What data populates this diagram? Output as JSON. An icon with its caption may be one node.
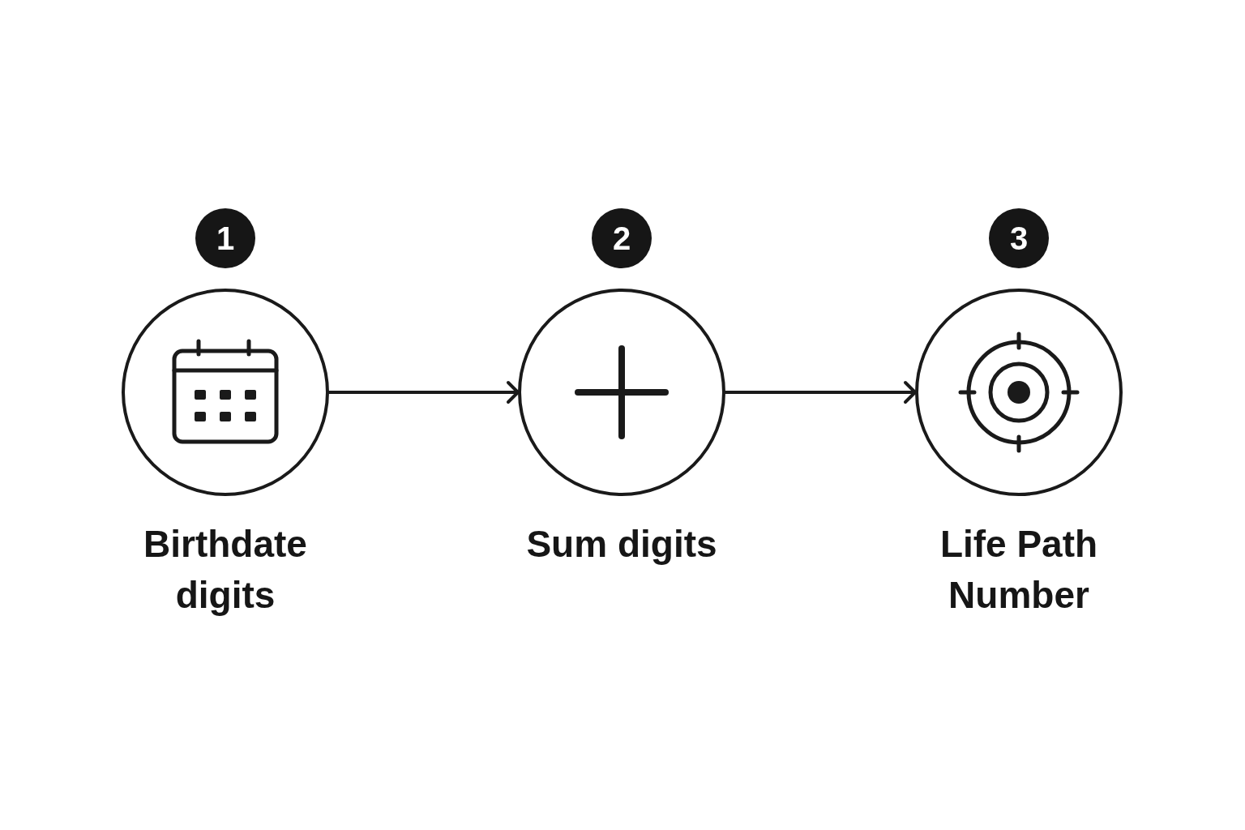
{
  "diagram": {
    "nodes": [
      {
        "text": [
          "1"
        ]
      },
      {
        "text": [
          "Birthdate digits"
        ]
      },
      {
        "text": [
          "2"
        ]
      },
      {
        "text": [
          "Sum digits"
        ]
      },
      {
        "text": [
          "3"
        ]
      },
      {
        "text": [
          "Life Path Number"
        ]
      }
    ],
    "edges": [
      {
        "from": 1,
        "to": 3,
        "arrow": "to"
      },
      {
        "from": 3,
        "to": 5,
        "arrow": "to"
      }
    ]
  }
}
